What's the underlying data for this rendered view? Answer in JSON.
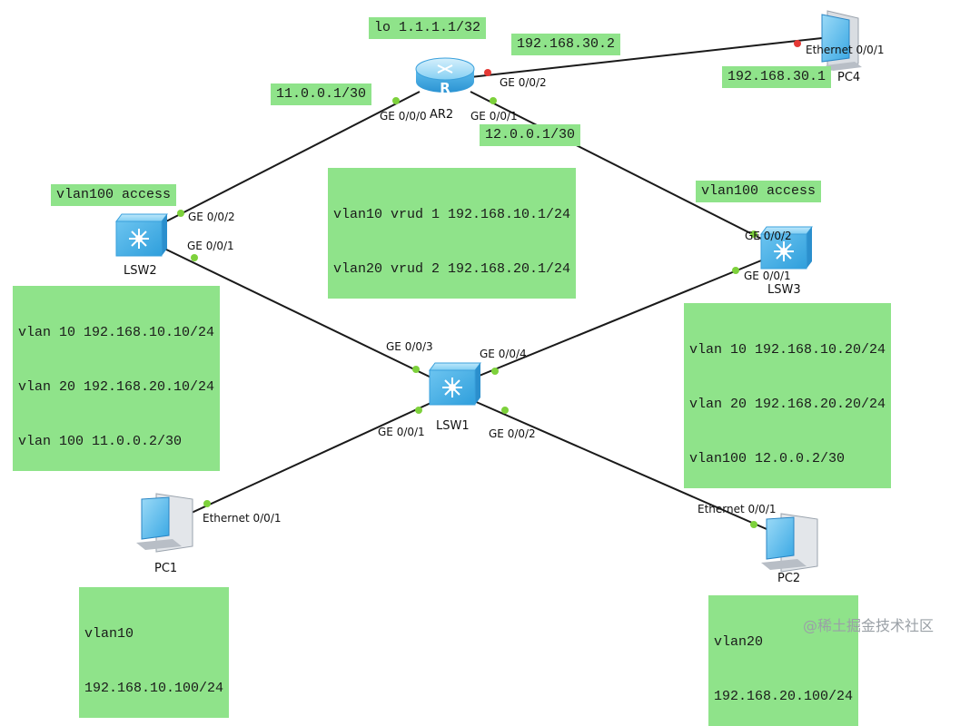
{
  "devices": {
    "router": "AR2",
    "lsw1": "LSW1",
    "lsw2": "LSW2",
    "lsw3": "LSW3",
    "pc1": "PC1",
    "pc2": "PC2",
    "pc4": "PC4"
  },
  "ports": {
    "ar2_ge000": "GE 0/0/0",
    "ar2_ge001": "GE 0/0/1",
    "ar2_ge002": "GE 0/0/2",
    "lsw2_ge002": "GE 0/0/2",
    "lsw2_ge001": "GE 0/0/1",
    "lsw3_ge002": "GE 0/0/2",
    "lsw3_ge001": "GE 0/0/1",
    "lsw1_ge003": "GE 0/0/3",
    "lsw1_ge004": "GE 0/0/4",
    "lsw1_ge001": "GE 0/0/1",
    "lsw1_ge002": "GE 0/0/2",
    "pc1_eth": "Ethernet 0/0/1",
    "pc2_eth": "Ethernet 0/0/1",
    "pc4_eth": "Ethernet 0/0/1"
  },
  "notes": {
    "loopback": "lo 1.1.1.1/32",
    "ar2_ge002_ip": "192.168.30.2",
    "pc4_ip": "192.168.30.1",
    "ar2_ge000_ip": "11.0.0.1/30",
    "ar2_ge001_ip": "12.0.0.1/30",
    "vrrp": [
      "vlan10 vrud 1 192.168.10.1/24",
      "vlan20 vrud 2 192.168.20.1/24"
    ],
    "lsw2_access": "vlan100 access",
    "lsw3_access": "vlan100 access",
    "lsw2_vlans": [
      "vlan 10 192.168.10.10/24",
      "vlan 20 192.168.20.10/24",
      "vlan 100 11.0.0.2/30"
    ],
    "lsw3_vlans": [
      "vlan 10 192.168.10.20/24",
      "vlan 20 192.168.20.20/24",
      "vlan100 12.0.0.2/30"
    ],
    "pc1": [
      "vlan10",
      "192.168.10.100/24"
    ],
    "pc2": [
      "vlan20",
      "192.168.20.100/24"
    ]
  },
  "watermark": "@稀土掘金技术社区",
  "colors": {
    "note_bg": "#8fe38a",
    "link": "#1a1a1a",
    "port_up": "#7dd13b",
    "port_down": "#e53935",
    "device_blue": "#4fb5e8"
  }
}
